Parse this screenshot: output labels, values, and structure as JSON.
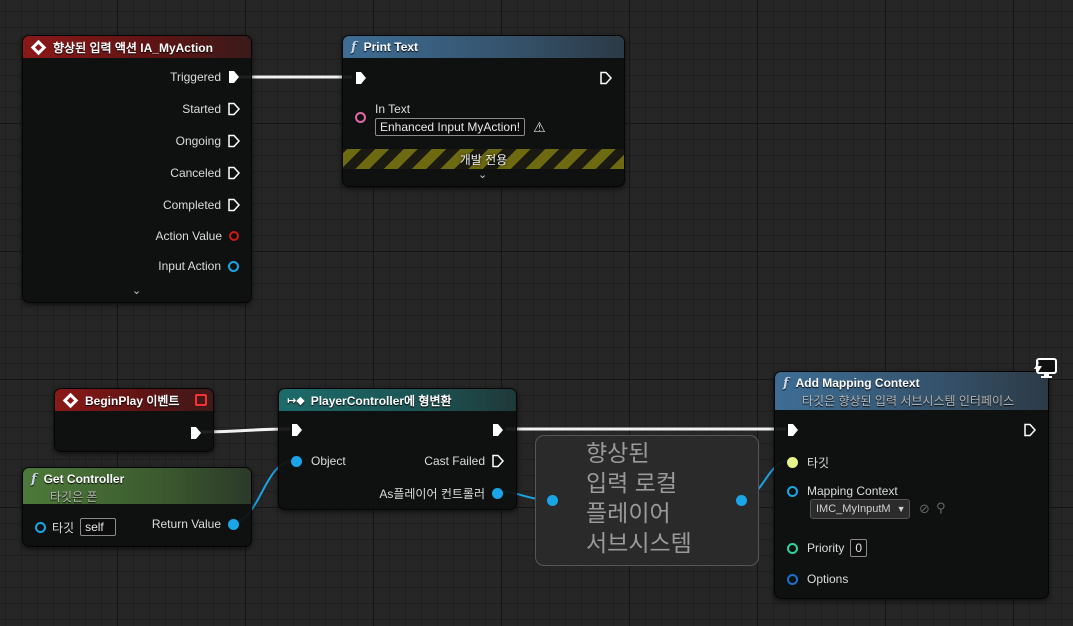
{
  "colors": {
    "exec": "#ffffff",
    "object": "#1aa6e6",
    "string": "#e06aa8",
    "struct": "#d01818",
    "target": "#e8f58a",
    "priority": "#2ed3a0",
    "options": "#1a6fd0"
  },
  "enhanced_input_node": {
    "title": "향상된 입력 액션 IA_MyAction",
    "outputs": [
      {
        "label": "Triggered",
        "kind": "exec"
      },
      {
        "label": "Started",
        "kind": "exec"
      },
      {
        "label": "Ongoing",
        "kind": "exec"
      },
      {
        "label": "Canceled",
        "kind": "exec"
      },
      {
        "label": "Completed",
        "kind": "exec"
      },
      {
        "label": "Action Value",
        "kind": "struct"
      },
      {
        "label": "Input Action",
        "kind": "object"
      }
    ]
  },
  "print_text_node": {
    "title": "Print Text",
    "in_text_label": "In Text",
    "in_text_value": "Enhanced Input MyAction!",
    "dev_only_label": "개발 전용"
  },
  "begin_play_node": {
    "title": "BeginPlay 이벤트"
  },
  "get_controller_node": {
    "title": "Get Controller",
    "subtitle": "타깃은 폰",
    "target_label": "타깃",
    "target_value": "self",
    "return_label": "Return Value"
  },
  "cast_node": {
    "title": "PlayerController에 형변환",
    "object_label": "Object",
    "cast_failed_label": "Cast Failed",
    "as_label": "As플레이어 컨트롤러"
  },
  "subsystem_note": {
    "lines": [
      "향상된",
      "입력 로컬",
      "플레이어",
      "서브시스템"
    ]
  },
  "add_mapping_node": {
    "title": "Add Mapping Context",
    "subtitle": "타깃은 향상된 입력 서브시스템 인터페이스",
    "target_label": "타깃",
    "mapping_label": "Mapping Context",
    "mapping_value": "IMC_MyInputM",
    "priority_label": "Priority",
    "priority_value": "0",
    "options_label": "Options"
  }
}
